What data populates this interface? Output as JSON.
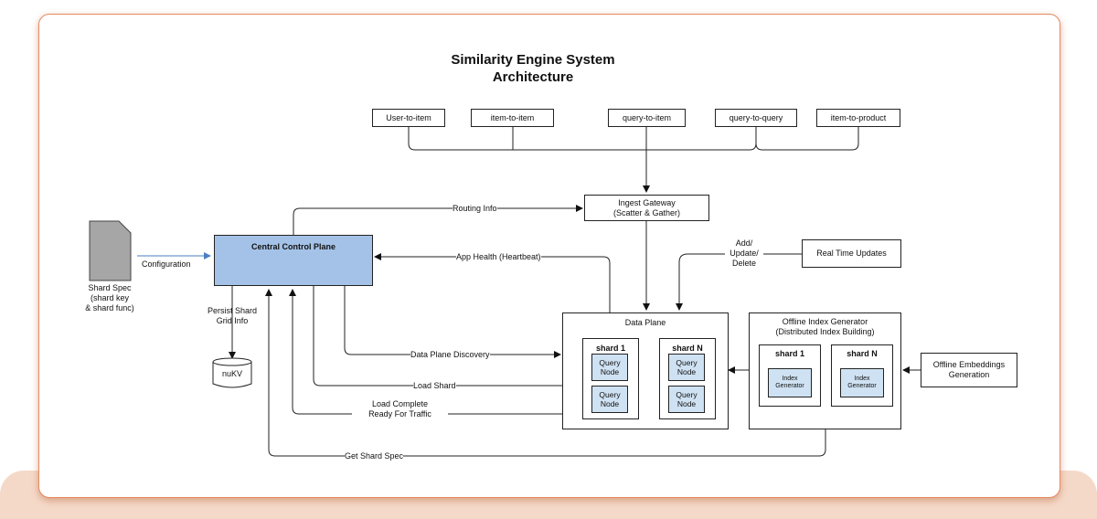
{
  "title": "Similarity Engine System\nArchitecture",
  "top_sources": [
    "User-to-item",
    "item-to-item",
    "query-to-item",
    "query-to-query",
    "item-to-product"
  ],
  "ingest_gateway": "Ingest Gateway\n(Scatter & Gather)",
  "routing_info": "Routing Info",
  "central_control_plane": "Central Control Plane",
  "shard_spec": "Shard Spec\n(shard key\n& shard func)",
  "configuration": "Configuration",
  "persist_shard": "Persist Shard\nGrid Info",
  "nukv": "nuKV",
  "app_health": "App Health (Heartbeat)",
  "add_update_delete": "Add/\nUpdate/\nDelete",
  "real_time_updates": "Real Time Updates",
  "data_plane": "Data Plane",
  "shard_1": "shard 1",
  "shard_n": "shard N",
  "query_node": "Query\nNode",
  "offline_index_generator": "Offline Index Generator\n(Distributed Index Building)",
  "index_generator": "Index\nGenerator",
  "offline_embeddings": "Offline Embeddings\nGeneration",
  "data_plane_discovery": "Data Plane Discovery",
  "load_shard": "Load Shard",
  "load_complete": "Load Complete\nReady For Traffic",
  "get_shard_spec": "Get Shard Spec",
  "colors": {
    "control_plane_fill": "#a4c2e8",
    "query_node_fill": "#cfe2f3",
    "frame_border": "#e58a5e",
    "config_arrow": "#4a7fc1"
  }
}
